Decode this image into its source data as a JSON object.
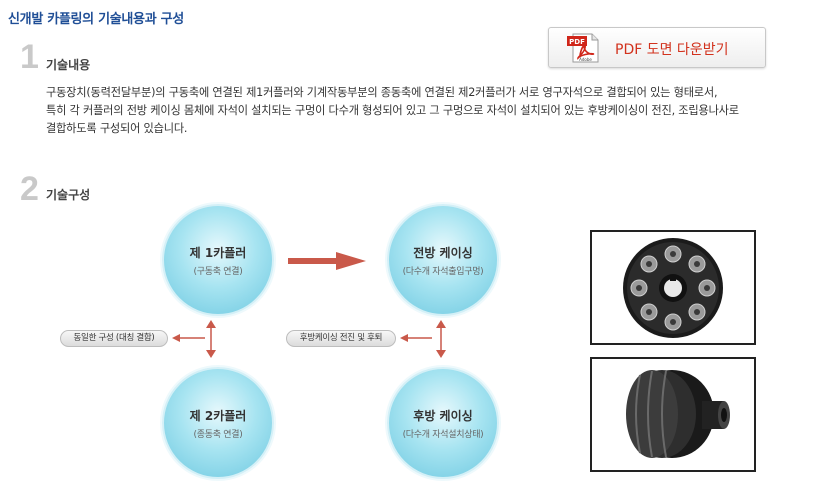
{
  "page": {
    "title": "신개발 카플링의 기술내용과 구성"
  },
  "pdf_button": {
    "label": "PDF 도면 다운받기",
    "icon": "pdf-file-icon",
    "icon_badge": "PDF",
    "icon_brand": "Adobe"
  },
  "sections": [
    {
      "number": "1",
      "title": "기술내용"
    },
    {
      "number": "2",
      "title": "기술구성"
    }
  ],
  "description": {
    "lines": [
      "구동장치(동력전달부분)의 구동축에 연결된 제1커플러와 기계작동부분의 종동축에 연결된 제2커플러가 서로 영구자석으로 결합되어 있는 형태로서,",
      "특히 각 커플러의 전방 케이싱 몸체에 자석이 설치되는 구멍이 다수개 형성되어 있고 그 구멍으로 자석이 설치되어 있는 후방케이싱이 전진, 조립용나사로",
      "결합하도록 구성되어 있습니다."
    ]
  },
  "diagram": {
    "circles": [
      {
        "title": "제 1카플러",
        "subtitle": "(구동축 연결)"
      },
      {
        "title": "전방 케이싱",
        "subtitle": "(다수개 자석출입구멍)"
      },
      {
        "title": "제 2카플러",
        "subtitle": "(종동축 연결)"
      },
      {
        "title": "후방 케이싱",
        "subtitle": "(다수개 자석설치상태)"
      }
    ],
    "labels": {
      "left": "동일한 구성 (대칭 결합)",
      "center": "후방케이싱 전진 및 후퇴"
    },
    "colors": {
      "arrow": "#c9594a",
      "circle": "#8dd6ea"
    }
  },
  "photos": [
    {
      "name": "coupling-front-photo"
    },
    {
      "name": "coupling-side-photo"
    }
  ]
}
